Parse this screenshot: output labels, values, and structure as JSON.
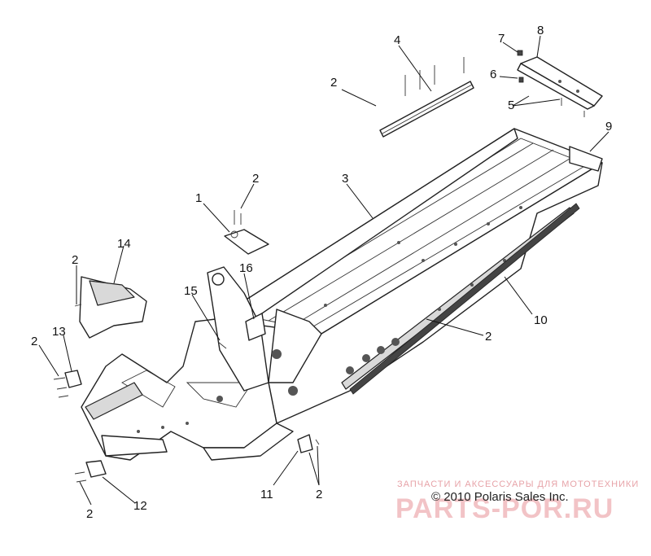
{
  "callouts": [
    {
      "id": "c1",
      "text": "1"
    },
    {
      "id": "c2a",
      "text": "2"
    },
    {
      "id": "c2b",
      "text": "2"
    },
    {
      "id": "c2c",
      "text": "2"
    },
    {
      "id": "c2d",
      "text": "2"
    },
    {
      "id": "c2e",
      "text": "2"
    },
    {
      "id": "c2f",
      "text": "2"
    },
    {
      "id": "c2g",
      "text": "2"
    },
    {
      "id": "c3",
      "text": "3"
    },
    {
      "id": "c4",
      "text": "4"
    },
    {
      "id": "c5",
      "text": "5"
    },
    {
      "id": "c6",
      "text": "6"
    },
    {
      "id": "c7",
      "text": "7"
    },
    {
      "id": "c8",
      "text": "8"
    },
    {
      "id": "c9",
      "text": "9"
    },
    {
      "id": "c10",
      "text": "10"
    },
    {
      "id": "c11",
      "text": "11"
    },
    {
      "id": "c12",
      "text": "12"
    },
    {
      "id": "c13",
      "text": "13"
    },
    {
      "id": "c14",
      "text": "14"
    },
    {
      "id": "c15",
      "text": "15"
    },
    {
      "id": "c16",
      "text": "16"
    }
  ],
  "watermark": {
    "tagline": "ЗАПЧАСТИ И АКСЕССУАРЫ ДЛЯ МОТОТЕХНИКИ",
    "logo": "PARTS-POR.RU"
  },
  "copyright": "© 2010 Polaris Sales Inc.",
  "colors": {
    "line": "#222222",
    "watermark": "#f2c3c6"
  }
}
